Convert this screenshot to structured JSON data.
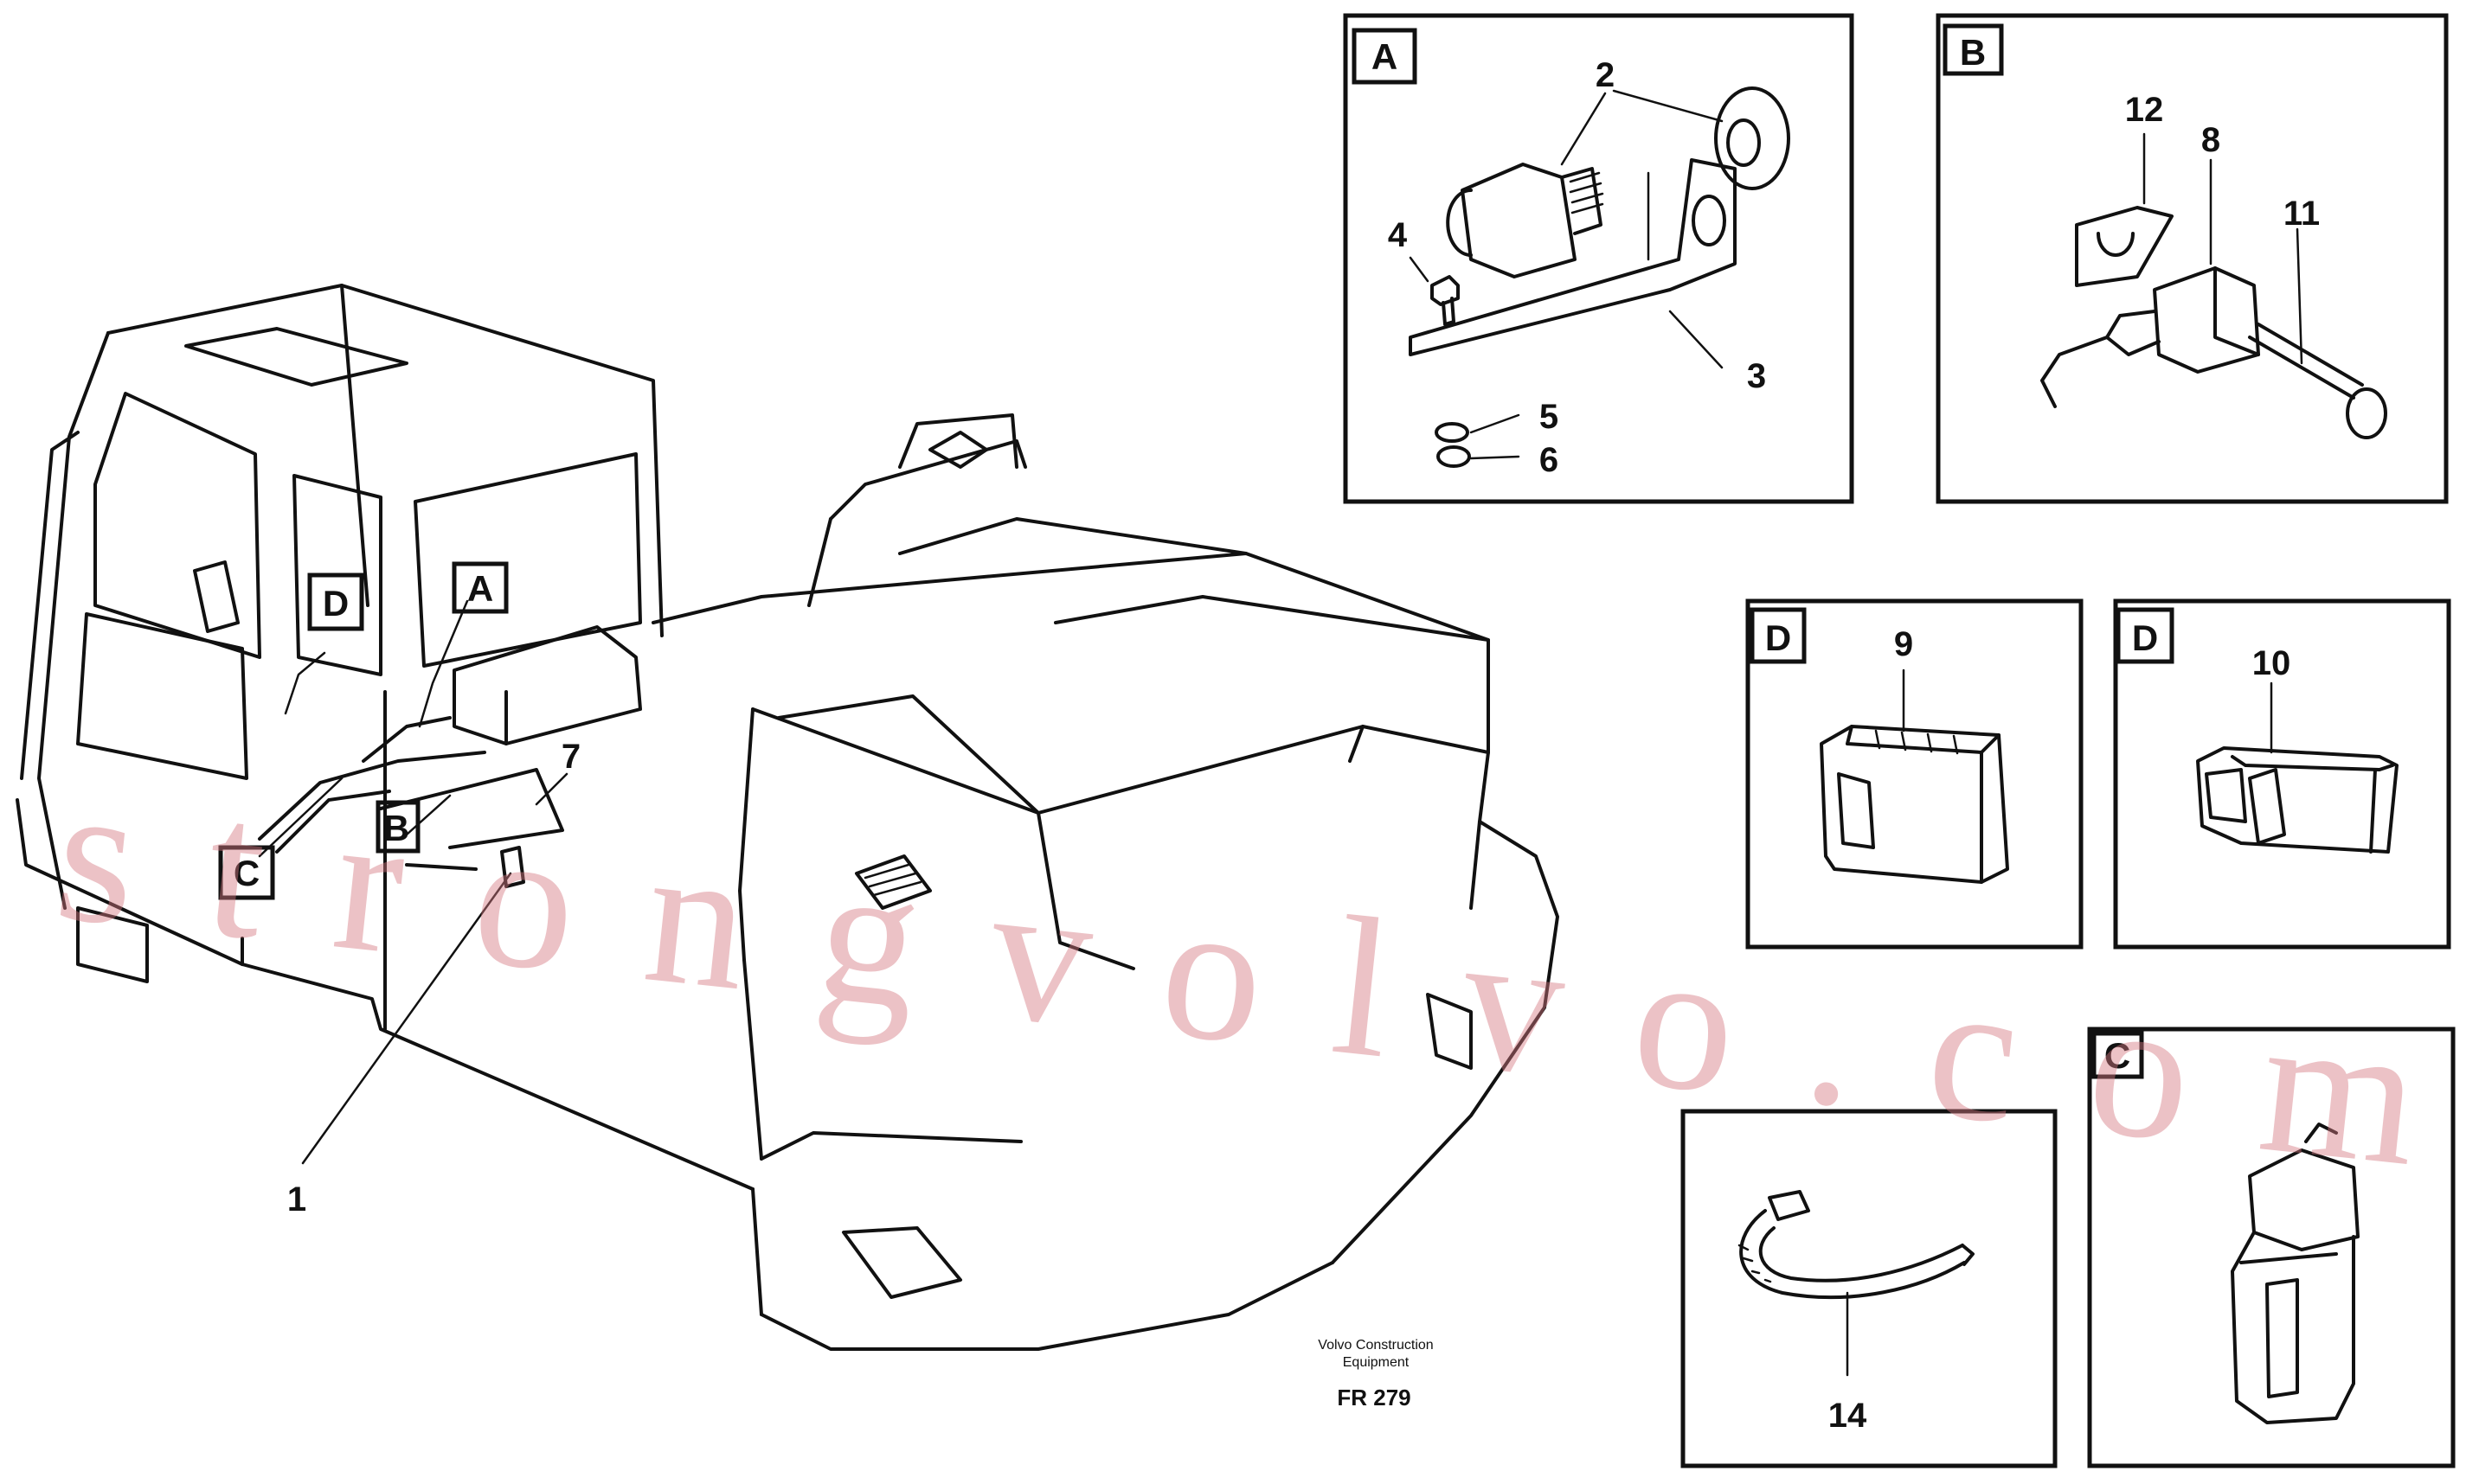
{
  "panels": [
    {
      "key": "A",
      "items": [
        "2",
        "3",
        "4",
        "5",
        "6"
      ]
    },
    {
      "key": "B",
      "items": [
        "12",
        "8",
        "11"
      ]
    },
    {
      "key": "D",
      "items": [
        "9"
      ]
    },
    {
      "key": "D",
      "items": [
        "10"
      ]
    },
    {
      "key": "C",
      "items": []
    }
  ],
  "main_view": {
    "callouts": [
      "D",
      "A",
      "C",
      "B",
      "7",
      "1"
    ]
  },
  "tie_item": "14",
  "footer": {
    "line1": "Volvo Construction",
    "line2": "Equipment",
    "code": "FR 279"
  },
  "watermark": "strongvolvo.com"
}
